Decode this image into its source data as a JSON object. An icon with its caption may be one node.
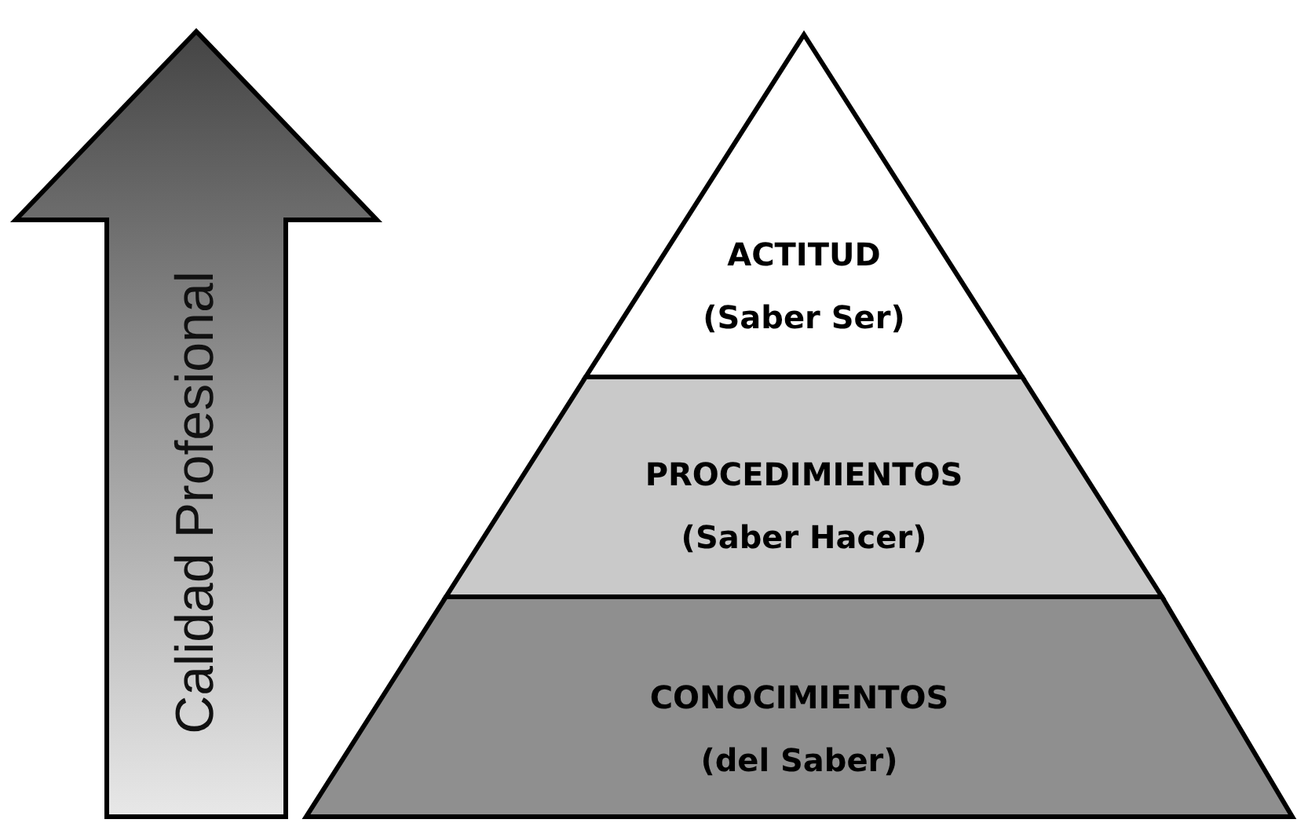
{
  "diagram": {
    "nodes": [
      {
        "text": [
          "ACTITUD",
          "(Saber Ser)"
        ]
      },
      {
        "text": [
          "PROCEDIMIENTOS",
          "(Saber Hacer)"
        ]
      },
      {
        "text": [
          "CONOCIMIENTOS",
          "(del Saber)"
        ]
      },
      {
        "text": [
          "Calidad Profesional"
        ]
      }
    ]
  }
}
